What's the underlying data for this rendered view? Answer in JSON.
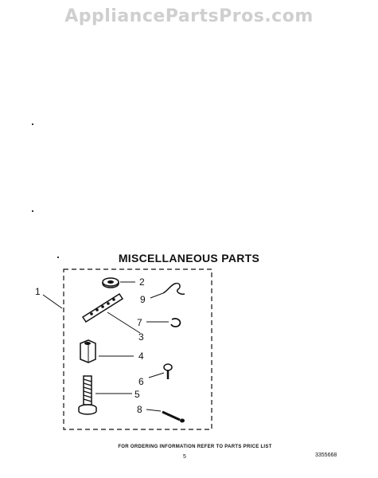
{
  "watermark": "AppliancePartsPros.com",
  "title": "MISCELLANEOUS PARTS",
  "callouts": {
    "c1": "1",
    "c2": "2",
    "c3": "3",
    "c4": "4",
    "c5": "5",
    "c6": "6",
    "c7": "7",
    "c8": "8",
    "c9": "9"
  },
  "footer": {
    "note": "FOR ORDERING INFORMATION REFER TO PARTS PRICE LIST",
    "page": "5",
    "doc_number": "3355668"
  }
}
